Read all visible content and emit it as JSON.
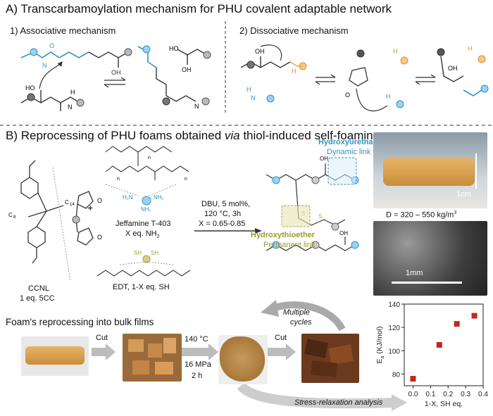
{
  "panel_a": {
    "title": "A) Transcarbamoylation mechanism for PHU covalent adaptable network",
    "sub1": "1) Associative mechanism",
    "sub2": "2) Dissociative mechanism"
  },
  "panel_b": {
    "title_prefix": "B) Reprocessing of PHU foams obtained ",
    "title_italic": "via",
    "title_suffix": " thiol-induced self-foaming",
    "ccnl": "CCNL",
    "ccnl_eq": "1 eq. 5CC",
    "jeffamine": "Jeffamine T-403",
    "jeffamine_eq": "X eq. NH",
    "edt": "EDT, 1-X eq. SH",
    "cond1": "DBU, 5 mol%,",
    "cond2": "120 °C, 3h",
    "cond3": "X = 0.65-0.85",
    "hydroxyurethane": "Hydroxyurethane",
    "dynamic_link": "Dynamic link",
    "hydroxythioether": "Hydroxythioether",
    "permanent_link": "Permanent link",
    "scale_1cm": "1cm",
    "density": "D = 320 – 550 kg/m",
    "scale_1mm": "1mm",
    "reprocess_title": "Foam's reprocessing into bulk films",
    "cut1": "Cut",
    "cut2": "Cut",
    "temp": "140 °C",
    "pressure": "16 MPa",
    "time": "2 h",
    "multiple": "Multiple",
    "cycles": "cycles",
    "stress": "Stress-relaxation analysis"
  },
  "colors": {
    "blue": "#2e93c8",
    "olive": "#a3a33a",
    "orange": "#f2a64a",
    "marker": "#c0281e"
  },
  "chart_data": {
    "type": "scatter",
    "xlabel": "1-X, SH eq.",
    "ylabel": "E",
    "ylabel_sub": "a",
    "ylabel_unit": " (KJ/mol)",
    "xlim": [
      -0.05,
      0.4
    ],
    "ylim": [
      70,
      140
    ],
    "x_ticks": [
      "0.0",
      "0.1",
      "0.2",
      "0.3",
      "0.4"
    ],
    "y_ticks": [
      "80",
      "100",
      "120",
      "140"
    ],
    "x": [
      0.0,
      0.15,
      0.25,
      0.35
    ],
    "y": [
      76,
      105,
      123,
      130
    ]
  }
}
